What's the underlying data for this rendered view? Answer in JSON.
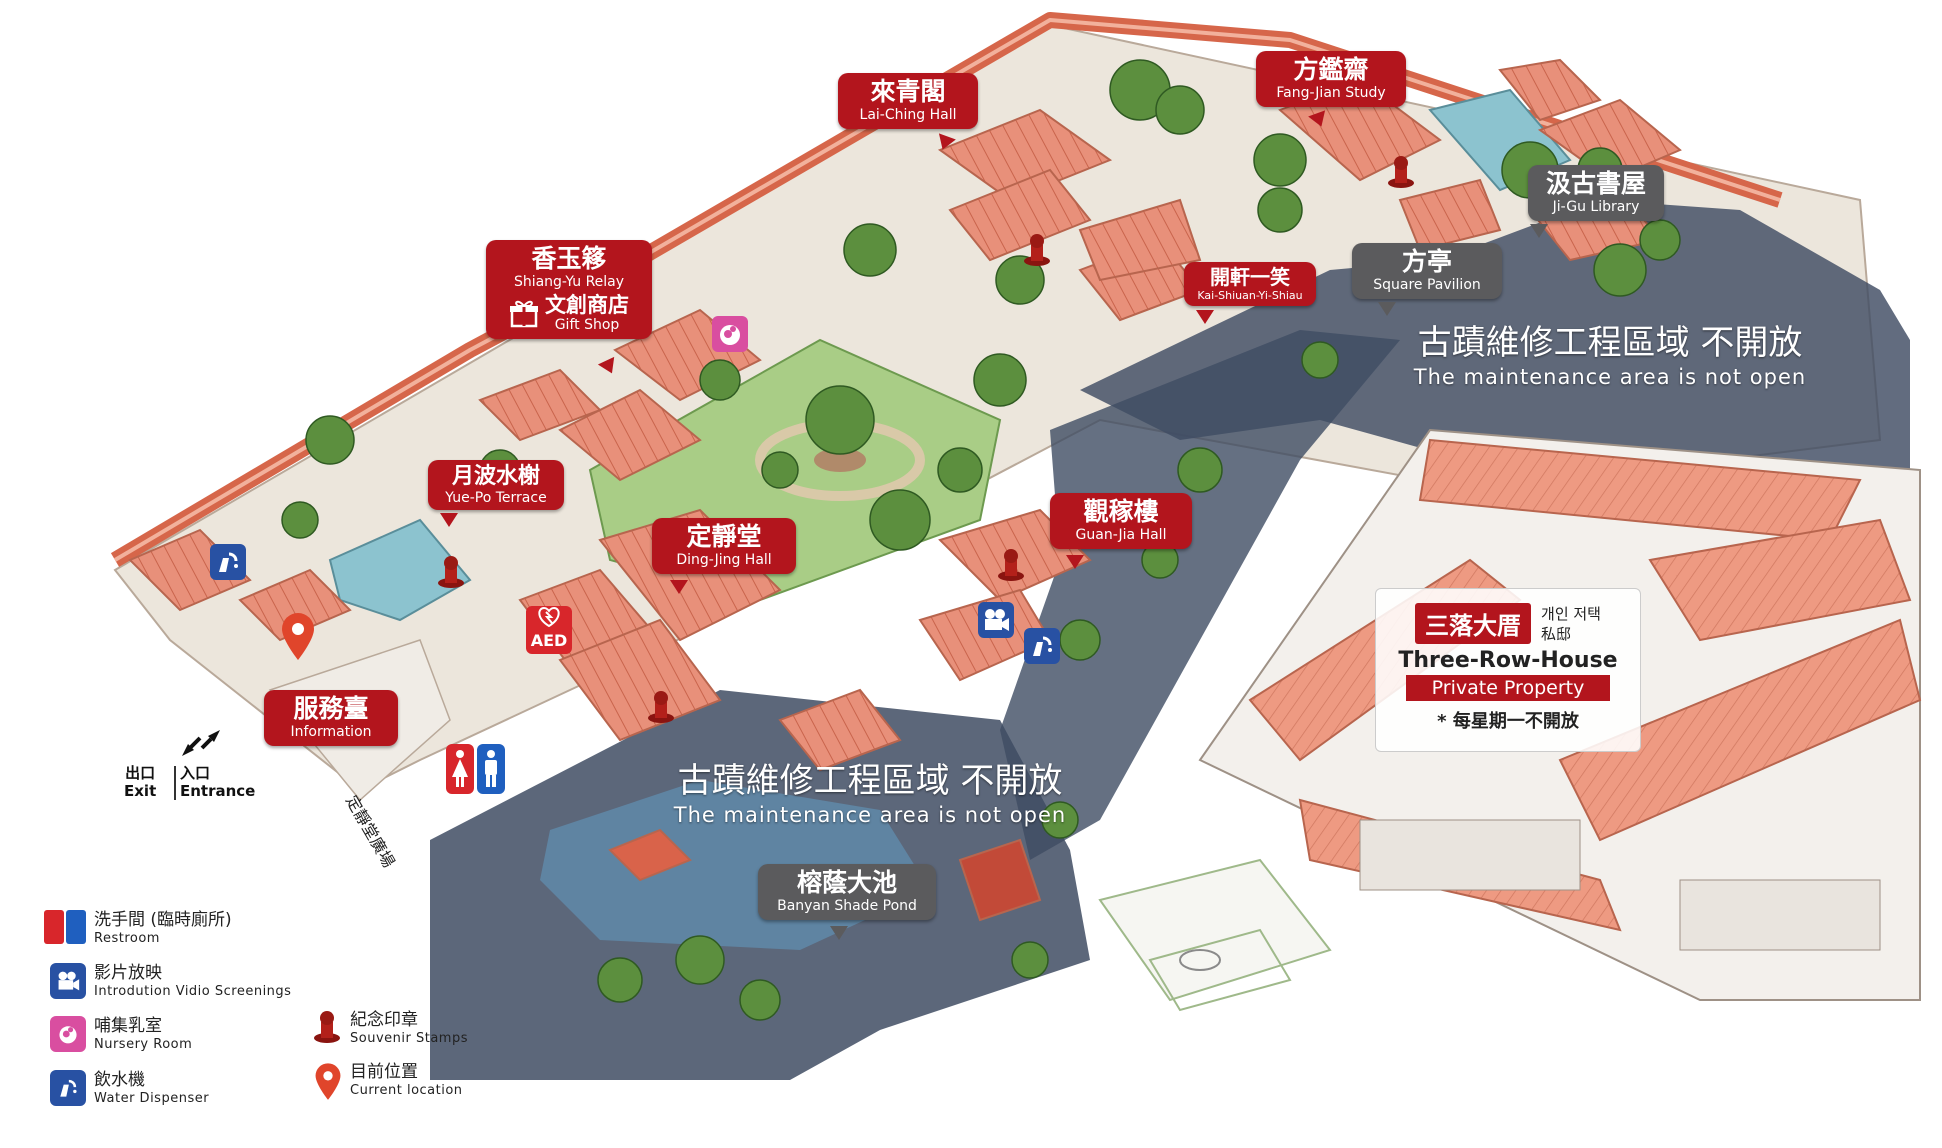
{
  "colors": {
    "label_red": "#b3151d",
    "label_grey": "#5b5b5d",
    "roof": "#e58a6a",
    "lawn": "#9fc77e",
    "closed_area": "#3f4c63",
    "water": "#7fb8c9",
    "stamp": "#9a1a14",
    "pin": "#e0452b",
    "restroom_red": "#d8262b",
    "restroom_blue": "#1f5fbf",
    "video_blue": "#2851a3",
    "nursery_pink": "#d94ea0"
  },
  "labels": {
    "lai_ching": {
      "zh": "來青閣",
      "en": "Lai-Ching Hall"
    },
    "fang_jian": {
      "zh": "方鑑齋",
      "en": "Fang-Jian Study"
    },
    "ji_gu": {
      "zh": "汲古書屋",
      "en": "Ji-Gu Library"
    },
    "square_pavilion": {
      "zh": "方亭",
      "en": "Square Pavilion"
    },
    "kai_shiuan": {
      "zh": "開軒一笑",
      "en": "Kai-Shiuan-Yi-Shiau"
    },
    "shiang_yu": {
      "zh": "香玉簃",
      "en": "Shiang-Yu Relay",
      "shop_zh": "文創商店",
      "shop_en": "Gift Shop"
    },
    "yue_po": {
      "zh": "月波水榭",
      "en": "Yue-Po Terrace"
    },
    "ding_jing": {
      "zh": "定靜堂",
      "en": "Ding-Jing Hall"
    },
    "guan_jia": {
      "zh": "觀稼樓",
      "en": "Guan-Jia Hall"
    },
    "information": {
      "zh": "服務臺",
      "en": "Information"
    },
    "banyan_pond": {
      "zh": "榕蔭大池",
      "en": "Banyan Shade Pond"
    }
  },
  "closed_notices": [
    {
      "zh": "古蹟維修工程區域 不開放",
      "en": "The maintenance area is not open"
    },
    {
      "zh": "古蹟維修工程區域 不開放",
      "en": "The maintenance area is not open"
    }
  ],
  "three_row_house": {
    "zh": "三落大厝",
    "ko": "개인 저택",
    "zh_private": "私邸",
    "en": "Three-Row-House",
    "private": "Private Property",
    "note": "* 每星期一不開放"
  },
  "aed": "AED",
  "exit": {
    "zh": "出口",
    "en": "Exit"
  },
  "entrance": {
    "zh": "入口",
    "en": "Entrance"
  },
  "plaza": "定靜堂廣場",
  "legend": [
    {
      "icon": "restroom-icon",
      "zh": "洗手間 (臨時廁所)",
      "en": "Restroom"
    },
    {
      "icon": "video-icon",
      "zh": "影片放映",
      "en": "Introdution Vidio Screenings"
    },
    {
      "icon": "nursery-icon",
      "zh": "哺集乳室",
      "en": "Nursery Room"
    },
    {
      "icon": "water-dispenser-icon",
      "zh": "飲水機",
      "en": "Water Dispenser"
    },
    {
      "icon": "stamp-icon",
      "zh": "紀念印章",
      "en": "Souvenir Stamps"
    },
    {
      "icon": "location-pin-icon",
      "zh": "目前位置",
      "en": "Current location"
    }
  ]
}
